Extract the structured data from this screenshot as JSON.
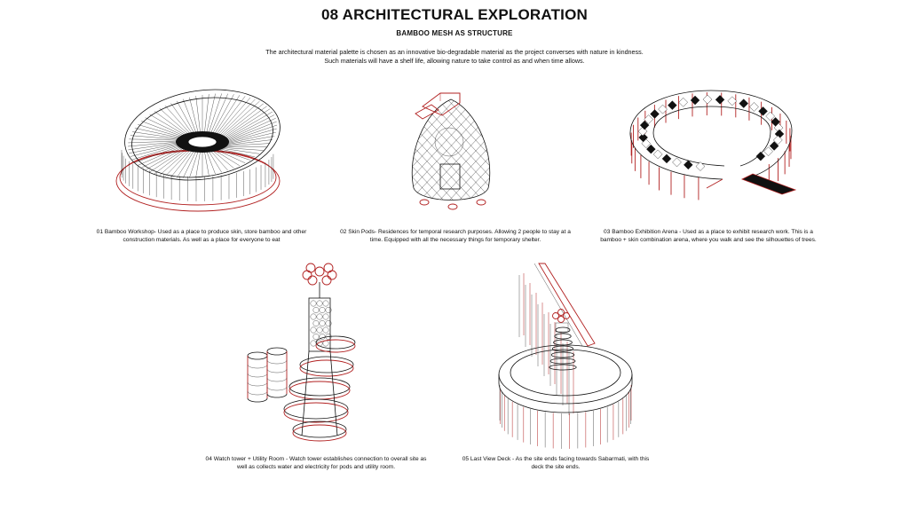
{
  "header": {
    "title": "08 ARCHITECTURAL EXPLORATION",
    "subtitle": "BAMBOO MESH AS STRUCTURE",
    "intro_line1": "The architectural material palette is chosen as an innovative bio-degradable material as the project converses with nature in kindness.",
    "intro_line2": "Such materials will have a shelf life, allowing nature to take control as and when time allows."
  },
  "figures": [
    {
      "caption": "01 Bamboo Workshop- Used as a place to produce skin, store bamboo and other construction materials. As well as a place for everyone to eat"
    },
    {
      "caption": "02 Skin Pods- Residences for temporal research purposes. Allowing 2 people to stay at a time. Equipped with all the necessary things for temporary shelter."
    },
    {
      "caption": "03 Bamboo Exhibition Arena - Used as a place to exhibit research work. This is a bamboo + skin combination arena, where you walk and see the silhouettes of trees."
    },
    {
      "caption": "04 Watch tower + Utility Room - Watch tower establishes connection to overall site as well as collects water and electricity for pods and utility room."
    },
    {
      "caption": "05 Last View Deck - As the site ends facing towards Sabarmati, with this deck the site ends."
    }
  ],
  "colors": {
    "ink": "#111111",
    "accent": "#b22222",
    "background": "#ffffff"
  }
}
